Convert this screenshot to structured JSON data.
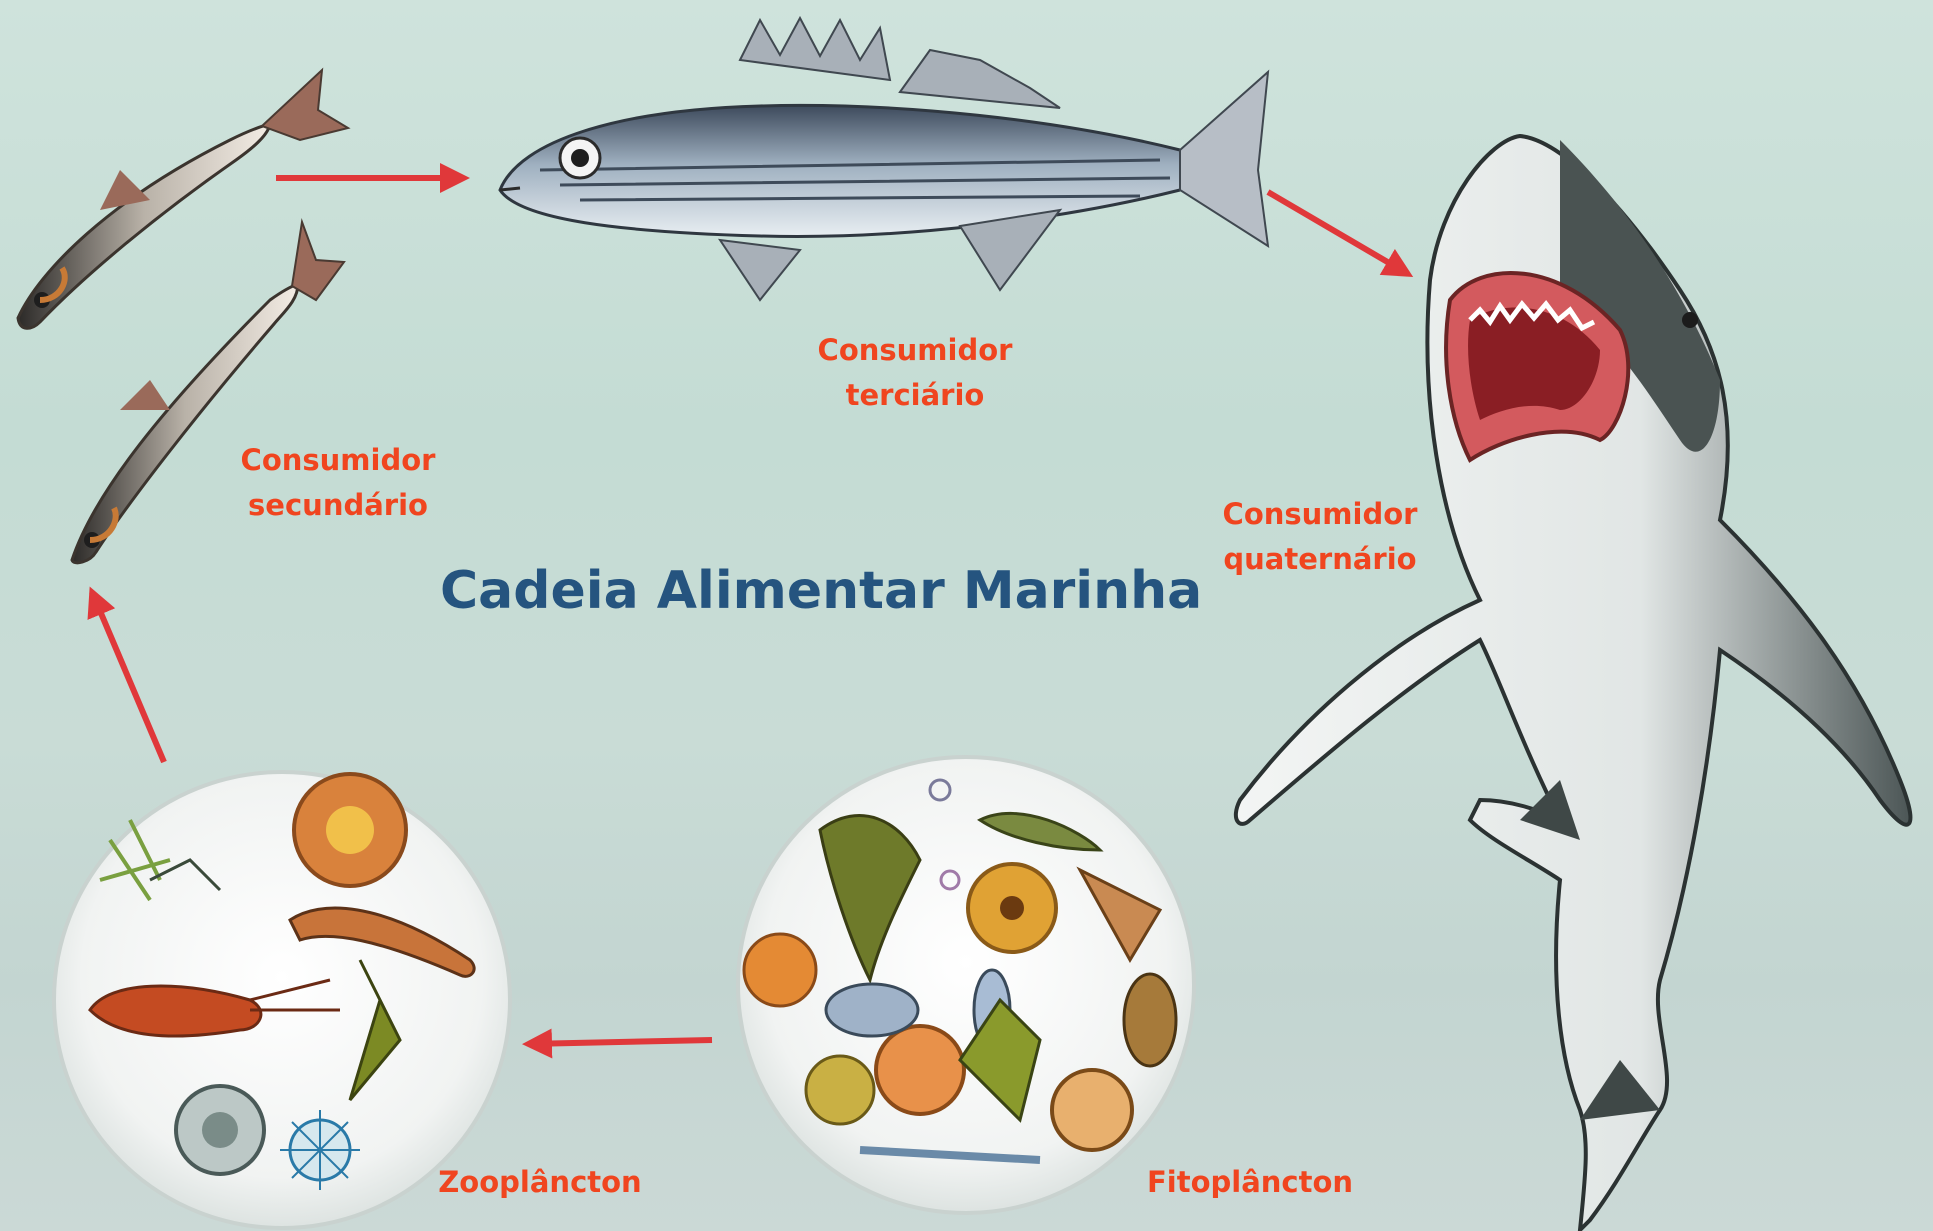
{
  "title": "Cadeia Alimentar Marinha",
  "labels": {
    "secondary": {
      "line1": "Consumidor",
      "line2": "secundário"
    },
    "tertiary": {
      "line1": "Consumidor",
      "line2": "terciário"
    },
    "quaternary": {
      "line1": "Consumidor",
      "line2": "quaternário"
    },
    "zooplankton": "Zooplâncton",
    "phytoplankton": "Fitoplâncton"
  },
  "flow": [
    {
      "from": "Fitoplâncton",
      "to": "Zooplâncton"
    },
    {
      "from": "Zooplâncton",
      "to": "Consumidor secundário"
    },
    {
      "from": "Consumidor secundário",
      "to": "Consumidor terciário"
    },
    {
      "from": "Consumidor terciário",
      "to": "Consumidor quaternário"
    }
  ],
  "colors": {
    "arrow": "#e0383a",
    "label": "#f0451f",
    "title": "#25547f",
    "background": "#c9dfd8"
  }
}
